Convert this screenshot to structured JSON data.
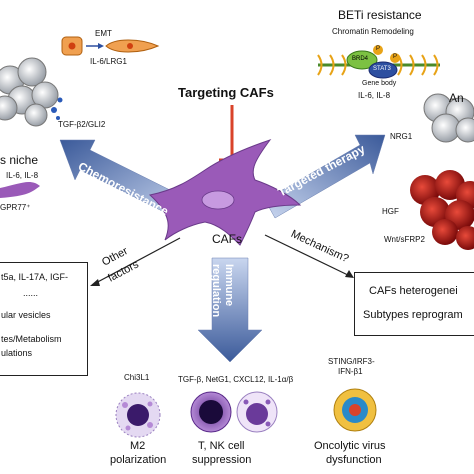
{
  "center": {
    "title": "Targeting CAFs",
    "cell_label": "CAFs"
  },
  "arrows": {
    "chemoresistance": "Chemoresistance",
    "targeted_therapy": "Targeted therapy",
    "immune_regulation_1": "Immune",
    "immune_regulation_2": "regulation",
    "other_factors_1": "Other",
    "other_factors_2": "factors",
    "mechanism": "Mechanism?"
  },
  "top_left": {
    "emt": "EMT",
    "il6_lrg1": "IL-6/LRG1",
    "tgf_gli2": "TGF-β2/GLI2",
    "niche": "s niche",
    "il6_il8": "IL-6, IL-8",
    "gpr77": "GPR77⁺"
  },
  "top_right": {
    "beti_title": "BETi resistance",
    "chromatin": "Chromatin Remodeling",
    "brd4": "BRD4",
    "stat3": "STAT3",
    "p_label": "P",
    "gene_body": "Gene body",
    "il6_il8": "IL-6, IL-8",
    "an": "An",
    "nrg1": "NRG1",
    "hgf": "HGF",
    "wnt_sfrp2": "Wnt/sFRP2"
  },
  "left_box": {
    "line1": "t5a, IL-17A, IGF-",
    "line2": "......",
    "line3": "ular vesicles",
    "line4": "tes/Metabolism",
    "line5": "ulations"
  },
  "right_box": {
    "line1": "CAFs heterogenei",
    "line2": "Subtypes reprogram"
  },
  "bottom": {
    "chi3l1": "Chi3L1",
    "m2_1": "M2",
    "m2_2": "polarization",
    "cytokines": "TGF-β, NetG1, CXCL12, IL-1α/β",
    "tnk_1": "T, NK cell",
    "tnk_2": "suppression",
    "sting_1": "STING/IRF3-",
    "sting_2": "IFN-β1",
    "onco_1": "Oncolytic virus",
    "onco_2": "dysfunction"
  },
  "colors": {
    "arrow_dark": "#3b5a9a",
    "arrow_light": "#c9d6ef",
    "caf_purple": "#9a5ab8",
    "inhibit_red": "#d9432a",
    "tumor_red": "#b81414",
    "brd4_green": "#7cc142",
    "stat3_blue": "#2d4fa0",
    "p_orange": "#e8a317"
  }
}
